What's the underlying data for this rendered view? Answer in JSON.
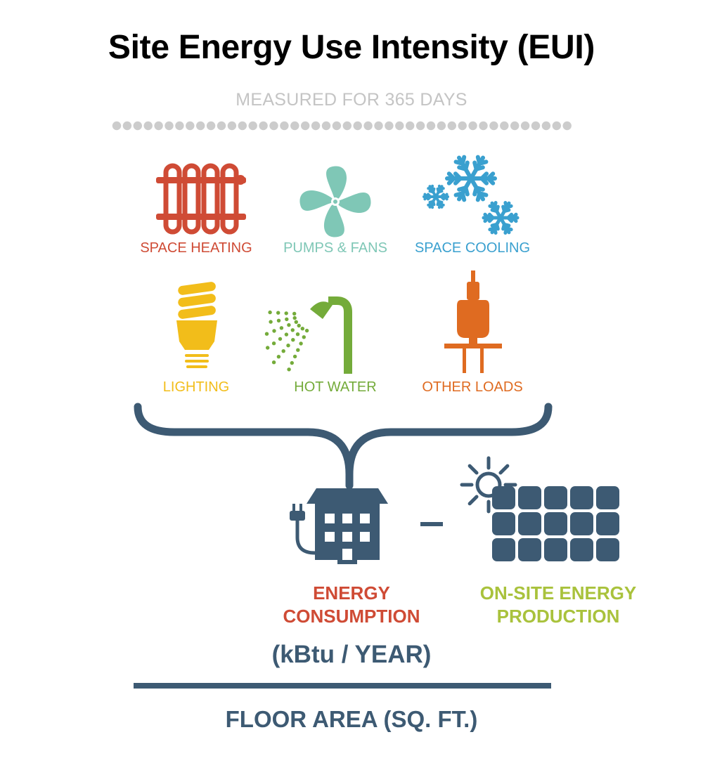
{
  "title": "Site Energy Use Intensity (EUI)",
  "subtitle": "MEASURED FOR 365 DAYS",
  "categories": [
    {
      "label": "SPACE HEATING",
      "color": "#cf4b35",
      "icon": "radiator-icon"
    },
    {
      "label": "PUMPS & FANS",
      "color": "#7fc7b6",
      "icon": "fan-icon"
    },
    {
      "label": "SPACE COOLING",
      "color": "#3aa0cf",
      "icon": "snowflake-icon"
    },
    {
      "label": "LIGHTING",
      "color": "#f2bd1a",
      "icon": "light-bulb-icon"
    },
    {
      "label": "HOT WATER",
      "color": "#74ab3a",
      "icon": "shower-icon"
    },
    {
      "label": "OTHER LOADS",
      "color": "#df6b21",
      "icon": "plug-icon"
    }
  ],
  "consumption": {
    "line1": "ENERGY",
    "line2": "CONSUMPTION",
    "color": "#cf4b35"
  },
  "production": {
    "line1": "ON-SITE ENERGY",
    "line2": "PRODUCTION",
    "color": "#a9c23c"
  },
  "units": "(kBtu / YEAR)",
  "denominator": "FLOOR AREA (SQ. FT.)",
  "dark_color": "#3d5a73"
}
